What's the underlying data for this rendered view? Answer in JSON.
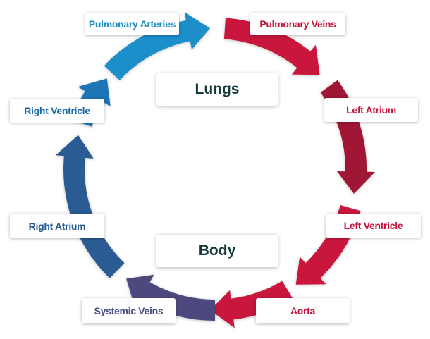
{
  "center_labels": {
    "top": "Lungs",
    "bottom": "Body"
  },
  "nodes": [
    {
      "id": "pulmonary-arteries",
      "label": "Pulmonary Arteries",
      "color": "#1a8cc4"
    },
    {
      "id": "pulmonary-veins",
      "label": "Pulmonary Veins",
      "color": "#c3123c"
    },
    {
      "id": "left-atrium",
      "label": "Left Atrium",
      "color": "#c3123c"
    },
    {
      "id": "left-ventricle",
      "label": "Left Ventricle",
      "color": "#c3123c"
    },
    {
      "id": "aorta",
      "label": "Aorta",
      "color": "#c3123c"
    },
    {
      "id": "systemic-veins",
      "label": "Systemic Veins",
      "color": "#4a4f80"
    },
    {
      "id": "right-atrium",
      "label": "Right Atrium",
      "color": "#245a8e"
    },
    {
      "id": "right-ventricle",
      "label": "Right Ventricle",
      "color": "#1a6aa6"
    }
  ],
  "arrow_colors": {
    "pulmonary": "#1b8fcb",
    "oxygenated": "#c8143e",
    "oxygenated_dark": "#a01636",
    "systemic_veins": "#4b4a7e",
    "right_atrium": "#2a5c93",
    "right_ventricle": "#1c74b4"
  }
}
